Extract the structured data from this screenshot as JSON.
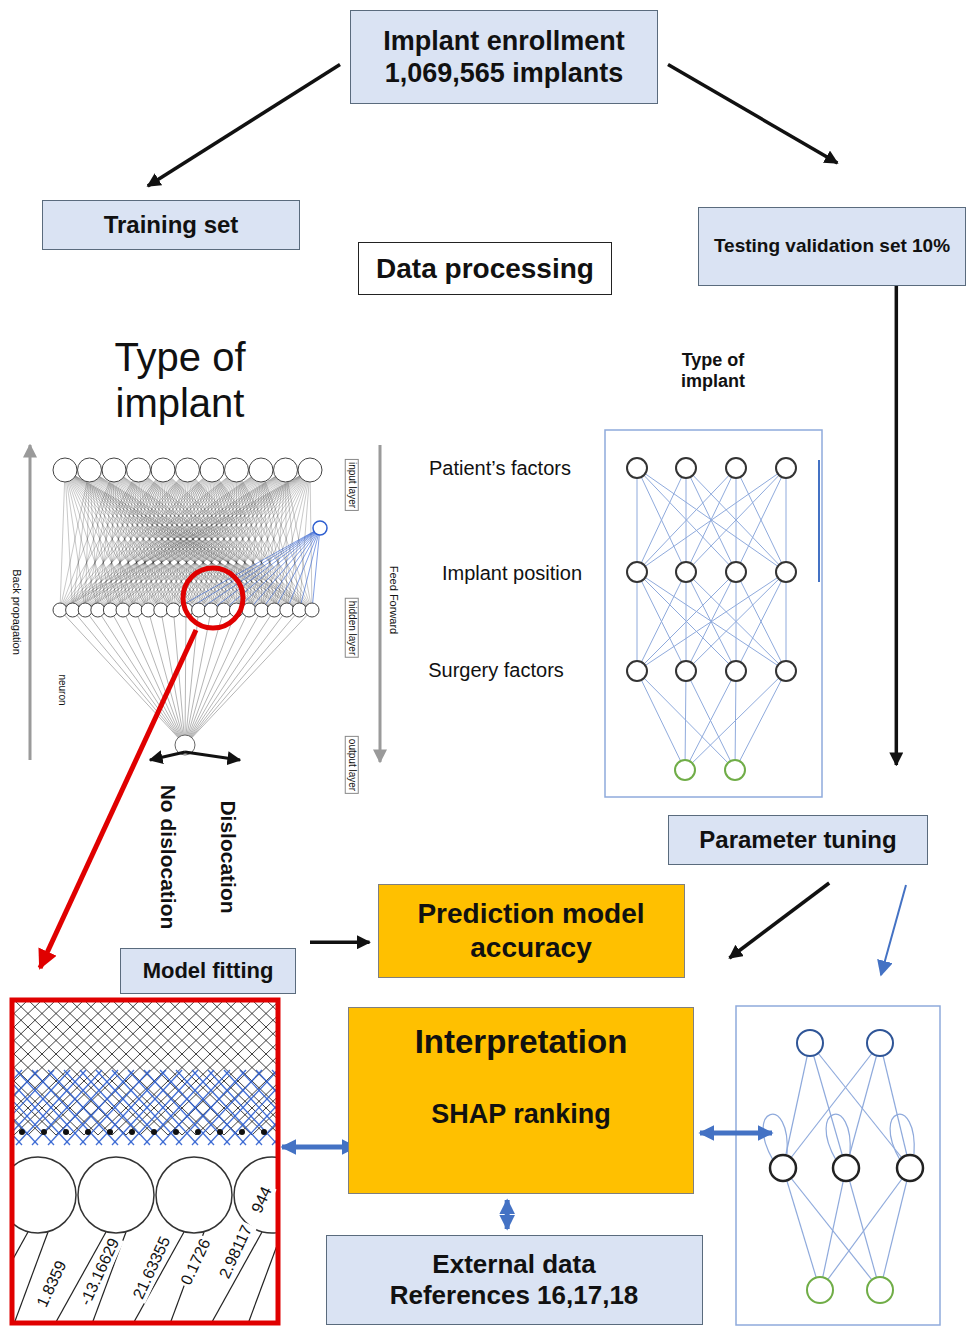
{
  "diagram": {
    "nodes": [
      {
        "text": [
          "Implant enrollment 1,069,565 implants"
        ]
      },
      {
        "text": [
          "Training set"
        ]
      },
      {
        "text": [
          "Data processing"
        ]
      },
      {
        "text": [
          "Testing validation set 10%"
        ]
      },
      {
        "text": [
          "Parameter tuning"
        ]
      },
      {
        "text": [
          "Prediction model accuracy"
        ]
      },
      {
        "text": [
          "Model fitting"
        ]
      },
      {
        "text": [
          "Interpretation",
          "SHAP ranking"
        ]
      },
      {
        "text": [
          "External data References 16,17,18"
        ]
      }
    ],
    "edges": [
      {
        "from": 0,
        "to": 1,
        "arrow": "to"
      },
      {
        "from": 0,
        "to": 3,
        "arrow": "to"
      },
      {
        "from": 3,
        "to": 4,
        "arrow": "to"
      },
      {
        "from": 4,
        "to": 5,
        "arrow": "to"
      },
      {
        "from": 6,
        "to": 5,
        "arrow": "to"
      },
      {
        "from": 7,
        "to": 8,
        "arrow": "both"
      }
    ],
    "labels": [
      "Type of implant",
      "Type of implant",
      "Patient’s factors",
      "Implant position",
      "Surgery factors",
      "No dislocation",
      "Dislocation",
      "Back propagation",
      "Feed Forward",
      "input layer",
      "hidden layer",
      "output layer",
      "neuron",
      "1.8359",
      "-13.16629",
      "21.63355",
      "0.1726",
      "2.98117",
      "944"
    ]
  }
}
